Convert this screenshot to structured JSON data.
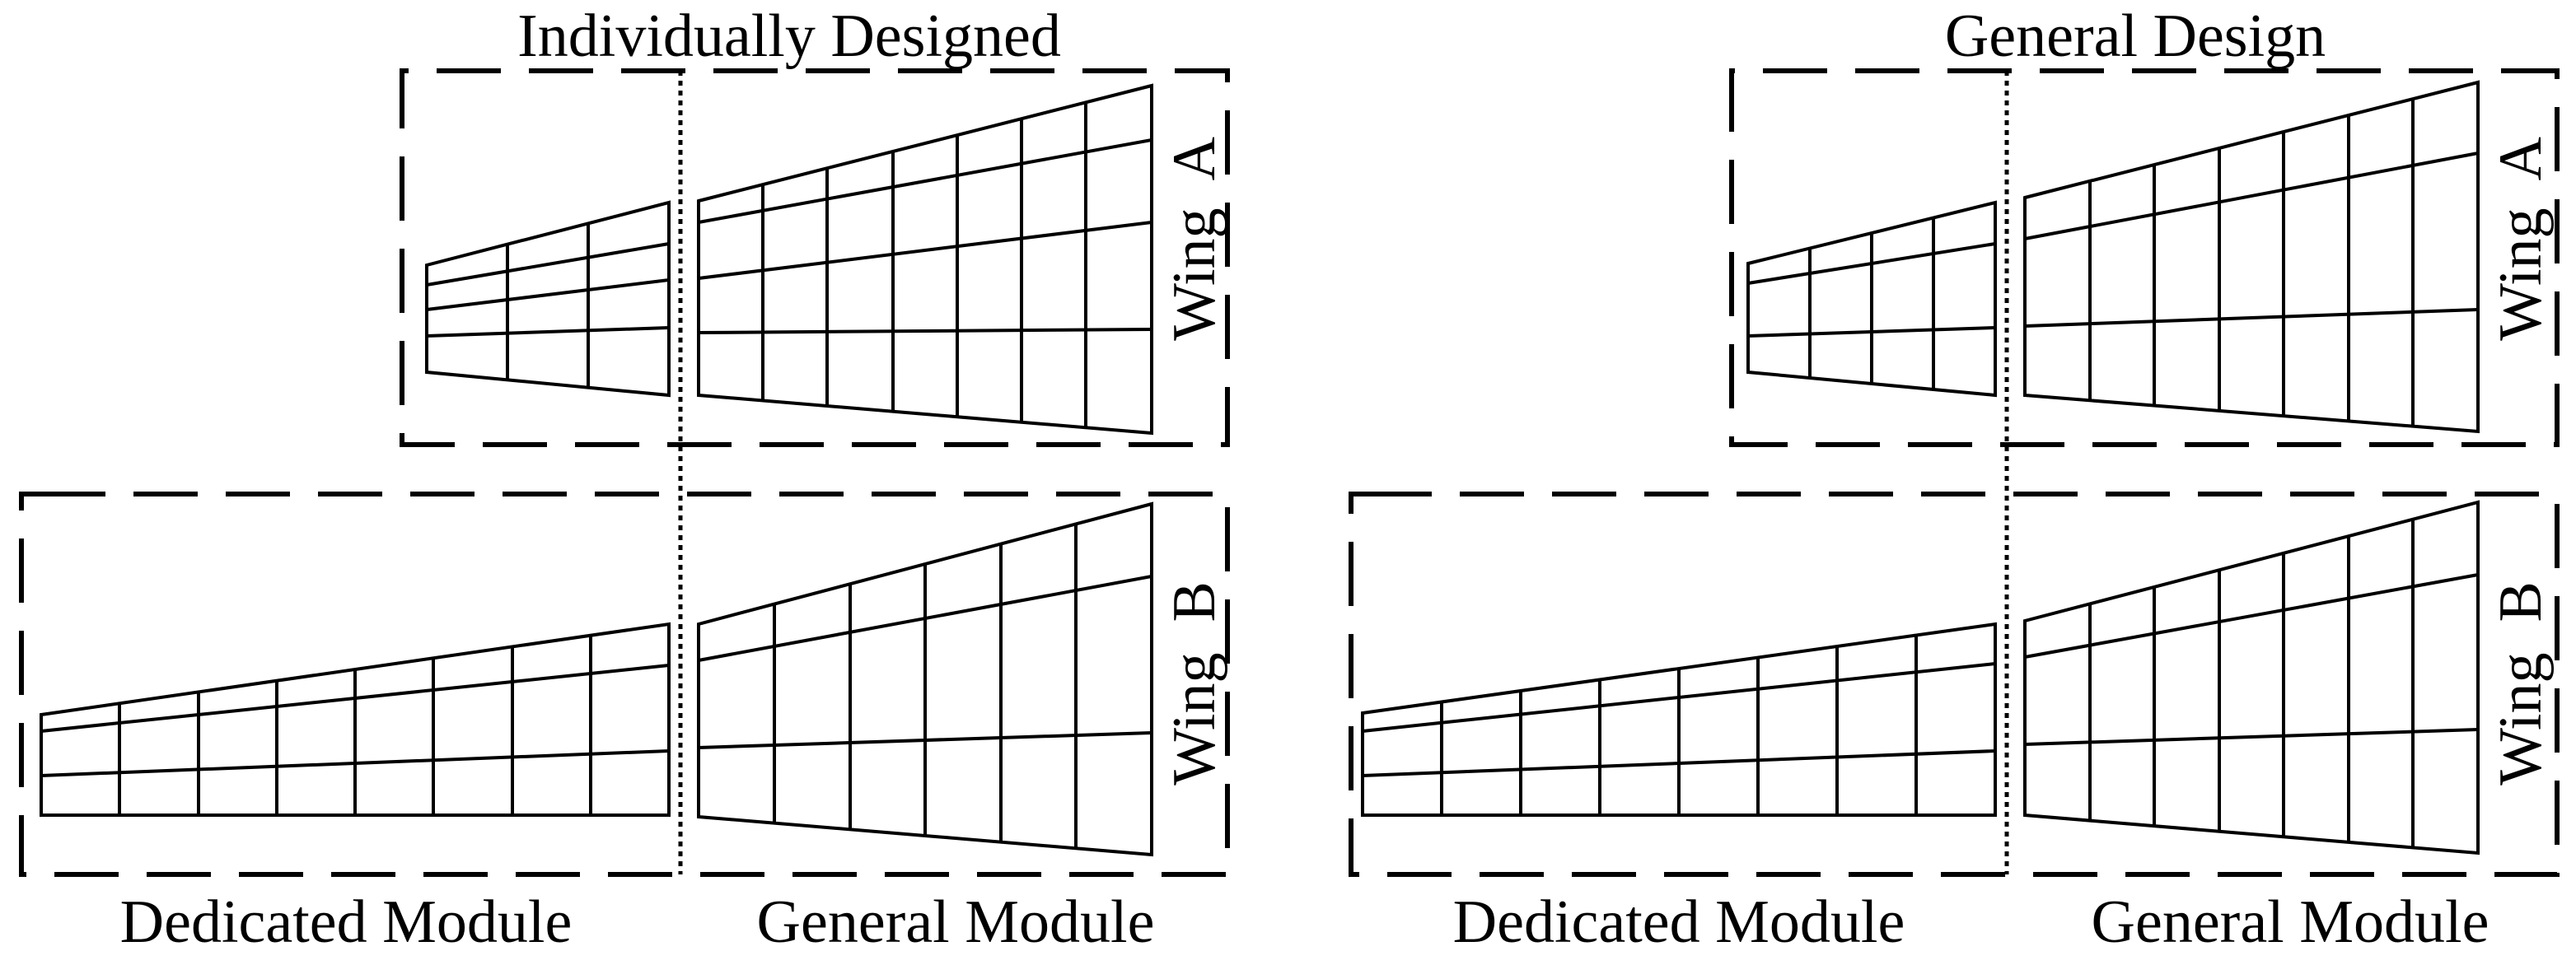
{
  "panels": {
    "left": {
      "title": "Individually Designed",
      "dedicated_label": "Dedicated Module",
      "general_label": "General Module",
      "wing_a_label": "Wing  A",
      "wing_b_label": "Wing  B"
    },
    "right": {
      "title": "General Design",
      "dedicated_label": "Dedicated Module",
      "general_label": "General Module",
      "wing_a_label": "Wing  A",
      "wing_b_label": "Wing  B"
    }
  },
  "colors": {
    "ink": "#000000",
    "background": "#ffffff"
  }
}
